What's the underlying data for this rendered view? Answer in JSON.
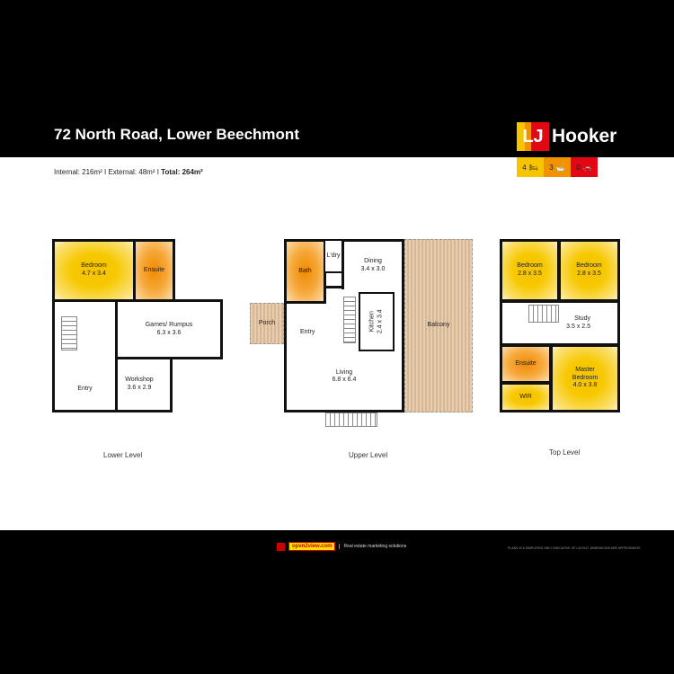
{
  "header": {
    "title": "72 North Road, Lower Beechmont",
    "brand_mark": "LJ",
    "brand_name": "Hooker"
  },
  "features": [
    {
      "count": "4",
      "icon": "bed-icon",
      "color": "#f7c400"
    },
    {
      "count": "3",
      "icon": "bath-icon",
      "color": "#f39200"
    },
    {
      "count": "0",
      "icon": "car-icon",
      "color": "#e30613"
    }
  ],
  "areas": {
    "internal": "Internal: 216m² I External: 48m² I ",
    "total": "Total: 264m²"
  },
  "levels": {
    "lower": {
      "label": "Lower Level",
      "rooms": [
        {
          "name": "Bedroom",
          "dim": "4.7 x 3.4"
        },
        {
          "name": "Ensuite",
          "dim": ""
        },
        {
          "name": "Games/ Rumpus",
          "dim": "6.3 x 3.6"
        },
        {
          "name": "Workshop",
          "dim": "3.6 x 2.9"
        },
        {
          "name": "Entry",
          "dim": ""
        }
      ]
    },
    "upper": {
      "label": "Upper Level",
      "rooms": [
        {
          "name": "Bath",
          "dim": ""
        },
        {
          "name": "L'dry",
          "dim": ""
        },
        {
          "name": "Dining",
          "dim": "3.4 x 3.0"
        },
        {
          "name": "Kitchen",
          "dim": "2.4 x 3.4"
        },
        {
          "name": "Porch",
          "dim": ""
        },
        {
          "name": "Entry",
          "dim": ""
        },
        {
          "name": "Living",
          "dim": "6.8 x 6.4"
        },
        {
          "name": "Balcony",
          "dim": ""
        }
      ]
    },
    "top": {
      "label": "Top Level",
      "rooms": [
        {
          "name": "Bedroom",
          "dim": "2.8 x 3.5"
        },
        {
          "name": "Bedroom",
          "dim": "2.8 x 3.5"
        },
        {
          "name": "Study",
          "dim": "3.5 x 2.5"
        },
        {
          "name": "Ensuite",
          "dim": ""
        },
        {
          "name": "WIR",
          "dim": ""
        },
        {
          "name": "Master Bedroom",
          "dim": "4.0 x 3.8"
        }
      ]
    }
  },
  "footer": {
    "brand": "open2view.com",
    "tagline": "Real estate marketing solutions",
    "disclaimer": "PLANS IS A SIMPLIFIED ONLY INDICATIVE OF LAYOUT. DIMENSIONS ARE APPROXIMATE"
  }
}
